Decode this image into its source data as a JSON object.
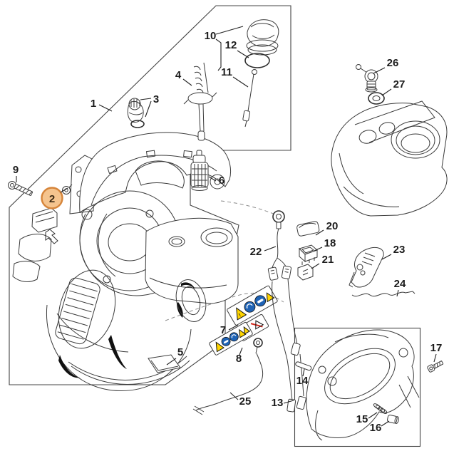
{
  "diagram": {
    "type": "exploded-parts-diagram",
    "highlighted_callout": "2",
    "callouts": [
      {
        "number": "1"
      },
      {
        "number": "2",
        "highlighted": true
      },
      {
        "number": "3"
      },
      {
        "number": "4"
      },
      {
        "number": "5"
      },
      {
        "number": "6"
      },
      {
        "number": "7"
      },
      {
        "number": "8"
      },
      {
        "number": "9"
      },
      {
        "number": "10"
      },
      {
        "number": "11"
      },
      {
        "number": "12"
      },
      {
        "number": "13"
      },
      {
        "number": "14"
      },
      {
        "number": "15"
      },
      {
        "number": "16"
      },
      {
        "number": "17"
      },
      {
        "number": "18"
      },
      {
        "number": "20"
      },
      {
        "number": "21"
      },
      {
        "number": "22"
      },
      {
        "number": "23"
      },
      {
        "number": "24"
      },
      {
        "number": "25"
      },
      {
        "number": "26"
      },
      {
        "number": "27"
      }
    ],
    "colors": {
      "highlight_fill": "#f5c48e",
      "highlight_stroke": "#d6853a",
      "line": "#2e2e2e",
      "warning_yellow": "#ffd500",
      "mandatory_blue": "#1f63b5",
      "danger_red": "#d42a1e"
    },
    "safety_labels": {
      "label7": {
        "callout": "7",
        "icons": [
          "warning-triangle-icon",
          "ear-protection-icon",
          "eye-protection-icon",
          "warning-triangle-icon"
        ]
      },
      "label8": {
        "callout": "8",
        "icons": [
          "warning-triangle-icon",
          "eye-protection-icon",
          "ear-protection-icon",
          "warning-triangle-icon",
          "warning-triangle-icon"
        ]
      }
    }
  }
}
